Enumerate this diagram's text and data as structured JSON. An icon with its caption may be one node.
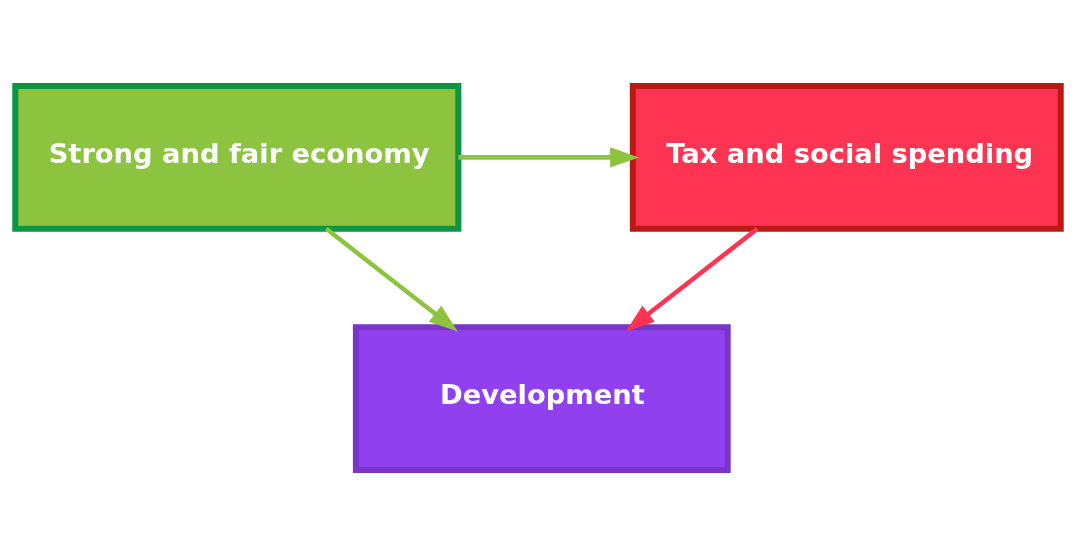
{
  "diagram": {
    "nodes": [
      {
        "text": [
          "Development"
        ]
      },
      {
        "text": [
          "Strong and fair economy"
        ]
      },
      {
        "text": [
          "Tax and social spending"
        ]
      }
    ],
    "edges": [
      {
        "from": 1,
        "to": 0,
        "arrow": "to"
      },
      {
        "from": 1,
        "to": 2,
        "arrow": "to"
      },
      {
        "from": 2,
        "to": 0,
        "arrow": "to",
        "color": "#ff3352"
      }
    ]
  }
}
